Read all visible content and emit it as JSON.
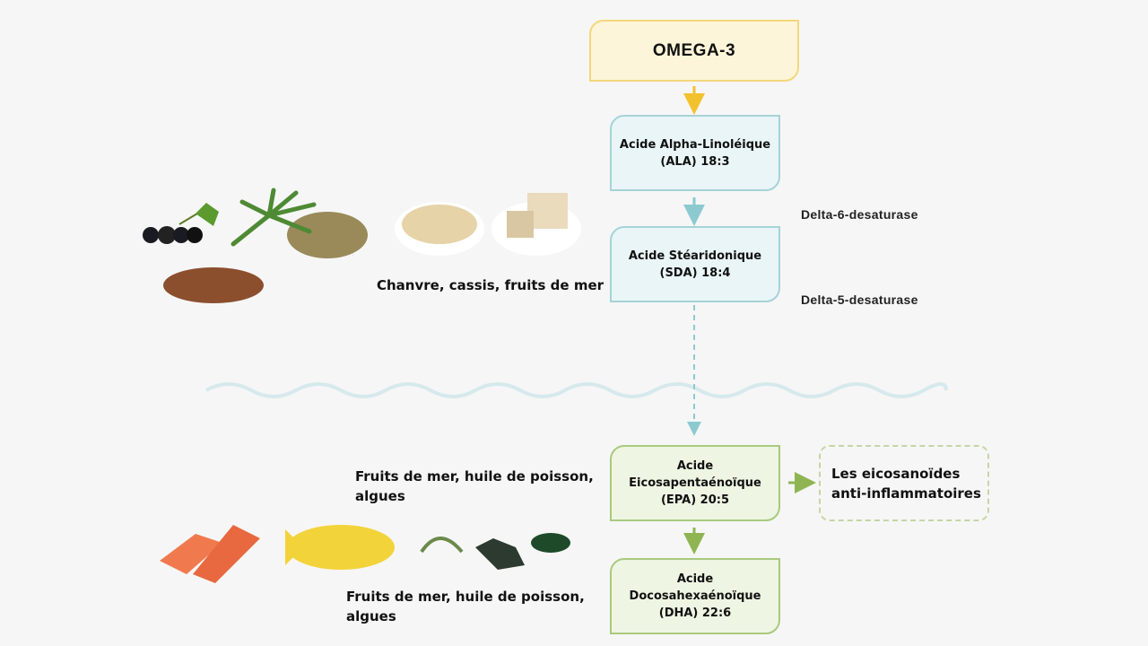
{
  "title": "OMEGA-3",
  "nodes": {
    "ala": "Acide Alpha-Linoléique\n(ALA) 18:3",
    "sda": "Acide Stéaridonique\n(SDA) 18:4",
    "epa": "Acide\nEicosapentaénoïque\n(EPA) 20:5",
    "dha": "Acide\nDocosahexaénoïque\n(DHA) 22:6",
    "eicosanoids": "Les eicosanoïdes\nanti-inflammatoires"
  },
  "enzymes": {
    "delta6": "Delta-6-desaturase",
    "delta5": "Delta-5-desaturase"
  },
  "sources": {
    "plant": "Chanvre, cassis, fruits de mer",
    "marine_top": "Fruits de mer, huile de poisson,\nalgues",
    "marine_bottom": "Fruits de mer, huile de poisson,\nalgues"
  },
  "colors": {
    "omega_border": "#f3d77a",
    "teal_border": "#a5d3d8",
    "green_border": "#a9c97d",
    "yellow_arrow": "#f2c12e",
    "teal_arrow": "#8ccad0",
    "green_arrow": "#8fb552"
  }
}
